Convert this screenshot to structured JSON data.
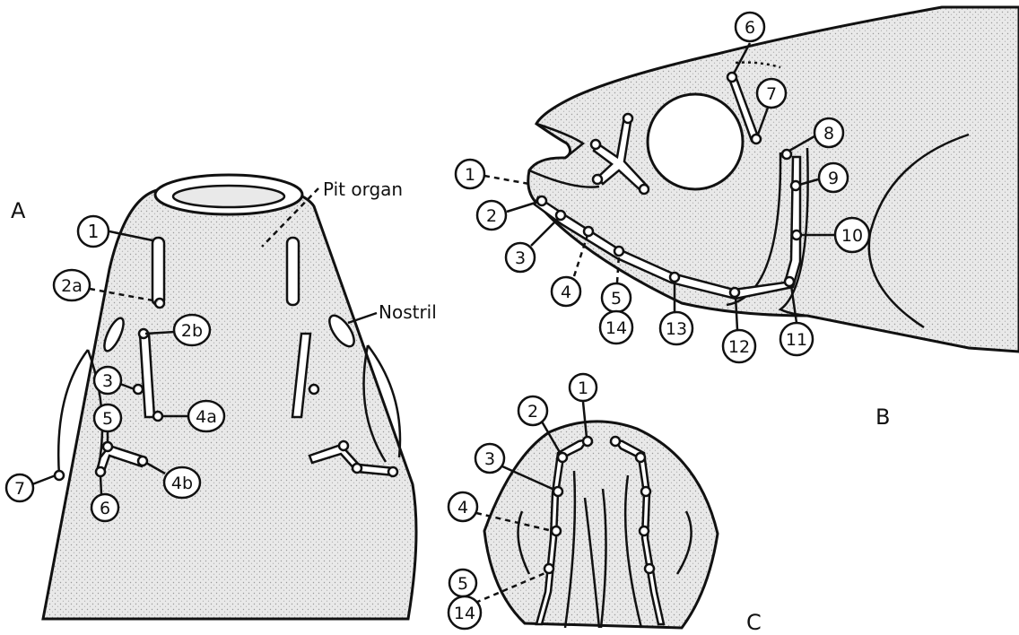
{
  "panels": {
    "a": "A",
    "b": "B",
    "c": "C"
  },
  "labels": {
    "pit_organ": "Pit organ",
    "nostril": "Nostril"
  },
  "pores_a": [
    "1",
    "2a",
    "2b",
    "3",
    "4a",
    "5",
    "4b",
    "7",
    "6"
  ],
  "pores_b": [
    "6",
    "7",
    "8",
    "9",
    "10",
    "11",
    "12",
    "13",
    "5",
    "14",
    "4",
    "3",
    "2",
    "1"
  ],
  "pores_c": [
    "1",
    "2",
    "3",
    "4",
    "5",
    "14"
  ]
}
